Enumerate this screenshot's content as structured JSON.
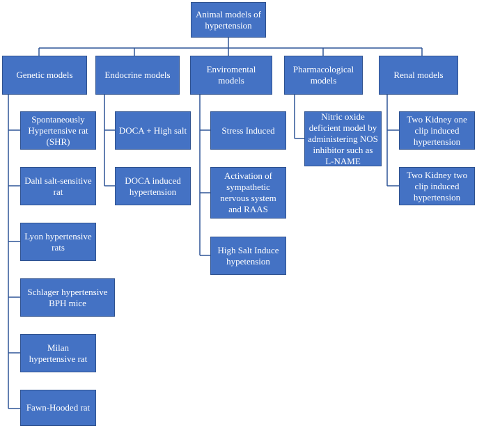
{
  "diagram": {
    "root": "Animal models of hypertension",
    "categories": [
      {
        "label": "Genetic models",
        "children": [
          "Spontaneously Hypertensive rat (SHR)",
          "Dahl salt-sensitive rat",
          "Lyon hypertensive rats",
          "Schlager hypertensive BPH mice",
          "Milan hypertensive rat",
          "Fawn-Hooded rat"
        ]
      },
      {
        "label": "Endocrine models",
        "children": [
          "DOCA + High salt",
          "DOCA induced hypertension"
        ]
      },
      {
        "label": "Enviromental models",
        "children": [
          "Stress Induced",
          "Activation of sympathetic nervous system and RAAS",
          "High Salt Induce hypetension"
        ]
      },
      {
        "label": "Pharmacological models",
        "children": [
          "Nitric oxide deficient model by administering NOS inhibitor such as L-NAME"
        ]
      },
      {
        "label": "Renal models",
        "children": [
          "Two Kidney one clip induced hypertension",
          "Two Kidney two clip induced hypertension"
        ]
      }
    ]
  },
  "colors": {
    "box_fill": "#4472c4",
    "box_border": "#2f528f",
    "connector": "#2f5597",
    "text": "#ffffff"
  }
}
